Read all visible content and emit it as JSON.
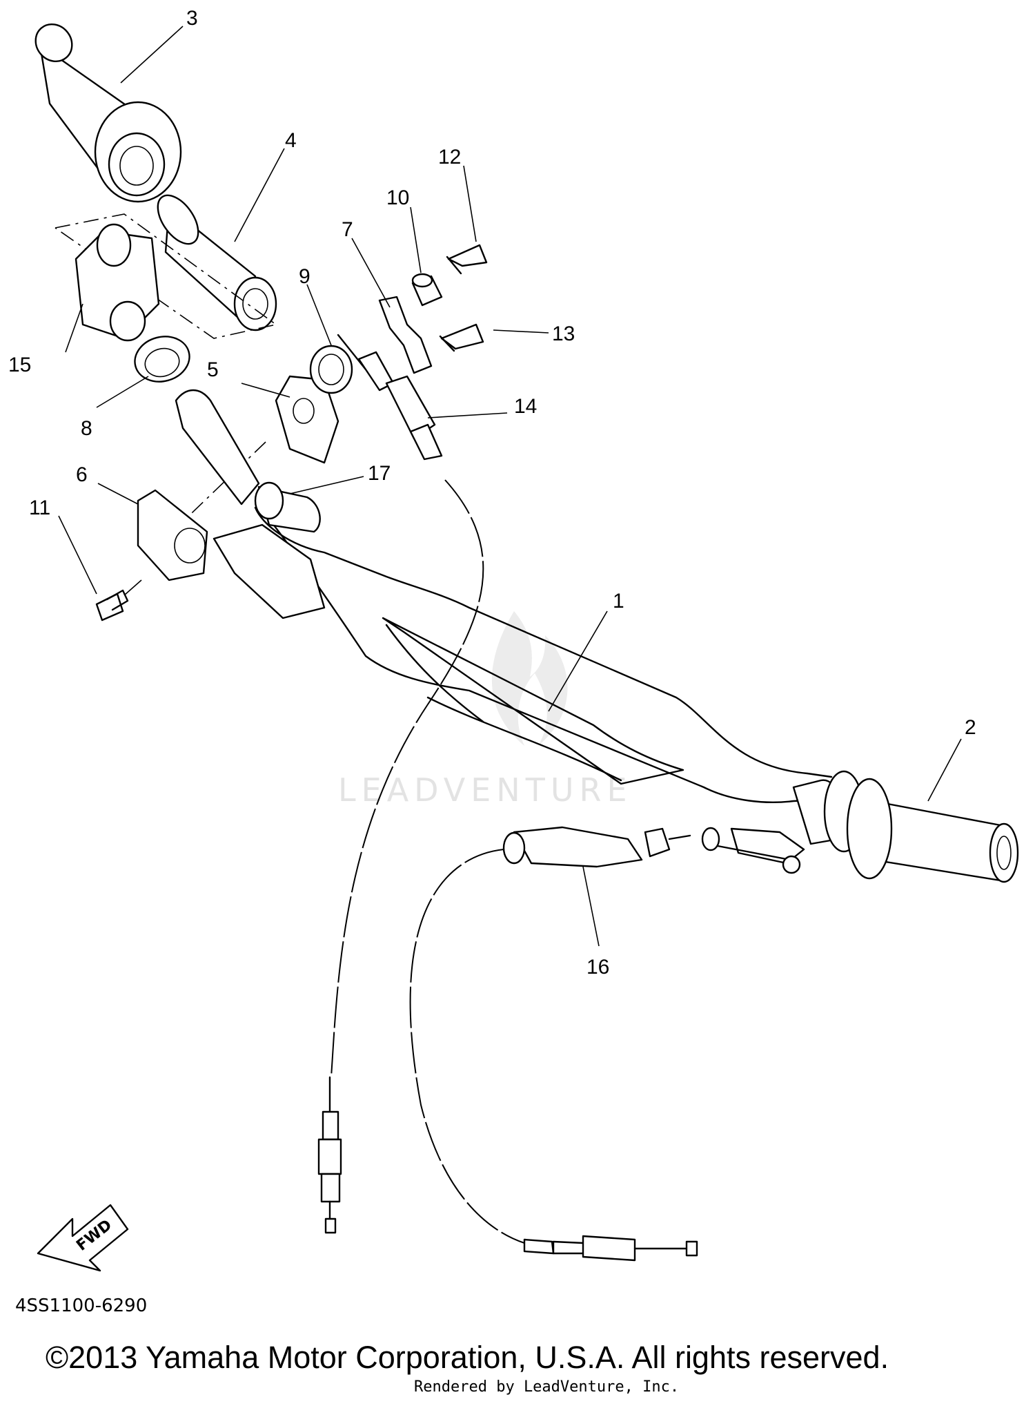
{
  "diagram": {
    "code": "4SS1100-6290",
    "watermark": "LEADVENTURE",
    "direction_label": "FWD",
    "callouts": [
      "1",
      "2",
      "3",
      "4",
      "5",
      "6",
      "7",
      "8",
      "9",
      "10",
      "11",
      "12",
      "13",
      "14",
      "15",
      "16",
      "17"
    ]
  },
  "footer": {
    "copyright": "©2013 Yamaha Motor Corporation, U.S.A. All rights reserved.",
    "rendered_by": "Rendered by LeadVenture, Inc."
  }
}
